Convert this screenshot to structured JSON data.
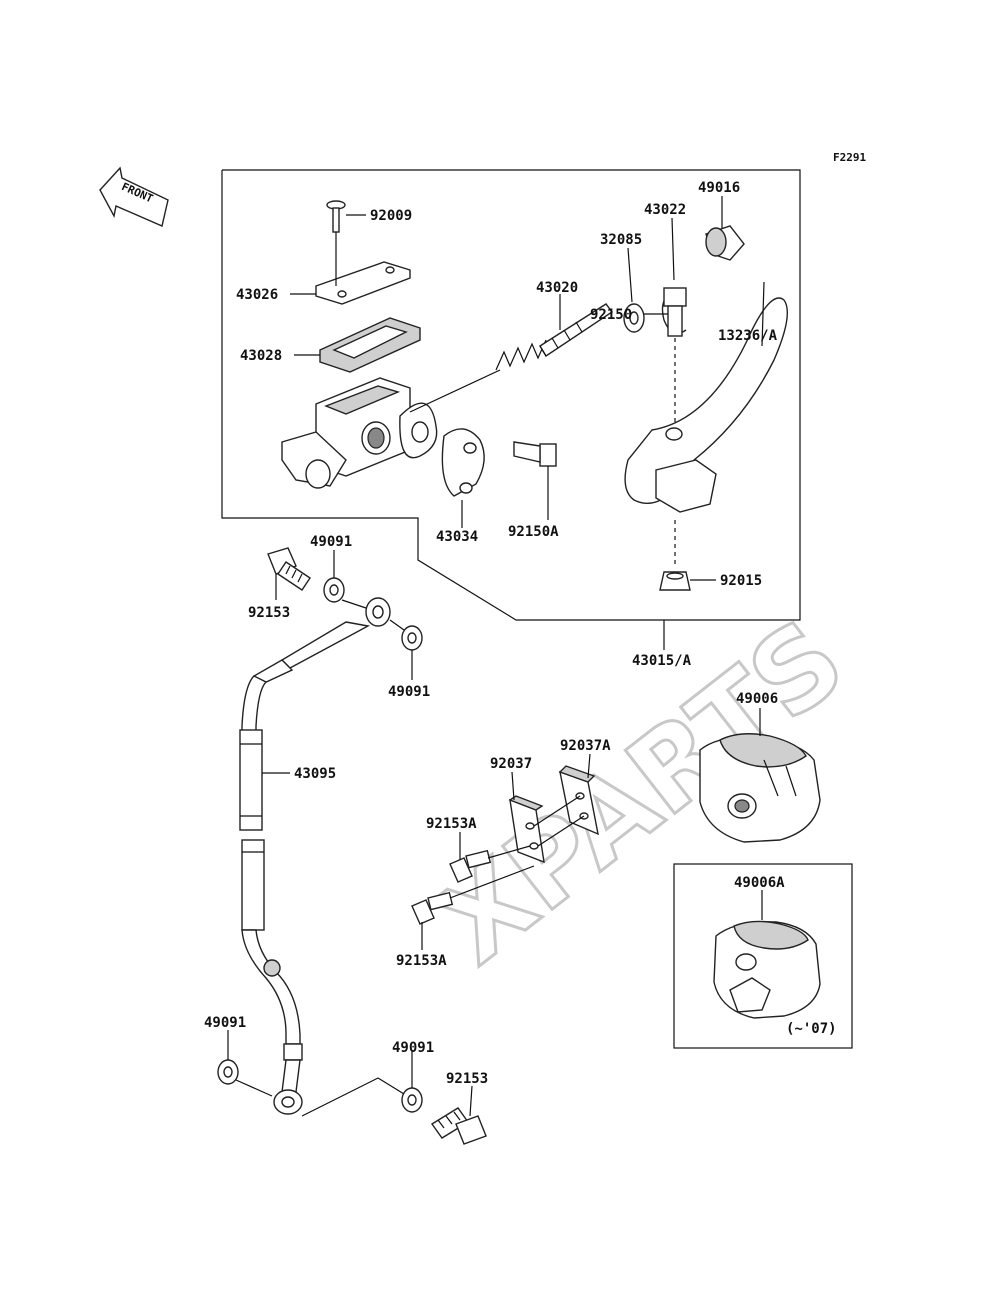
{
  "figure_code": "F2291",
  "front_arrow_label": "FRONT",
  "watermark": "XPARTS",
  "labels": {
    "p92009": "92009",
    "p43026": "43026",
    "p43028": "43028",
    "p43020": "43020",
    "p32085": "32085",
    "p43022": "43022",
    "p49016": "49016",
    "p13236A": "13236/A",
    "p92150": "92150",
    "p43034": "43034",
    "p92150A": "92150A",
    "p92015": "92015",
    "p43015A": "43015/A",
    "p92153_top": "92153",
    "p49091_a": "49091",
    "p49091_b": "49091",
    "p43095": "43095",
    "p92037": "92037",
    "p92037A": "92037A",
    "p92153A_a": "92153A",
    "p92153A_b": "92153A",
    "p49006": "49006",
    "p49006A": "49006A",
    "p49006A_note": "(~'07)",
    "p49091_c": "49091",
    "p49091_d": "49091",
    "p92153_bottom": "92153"
  }
}
